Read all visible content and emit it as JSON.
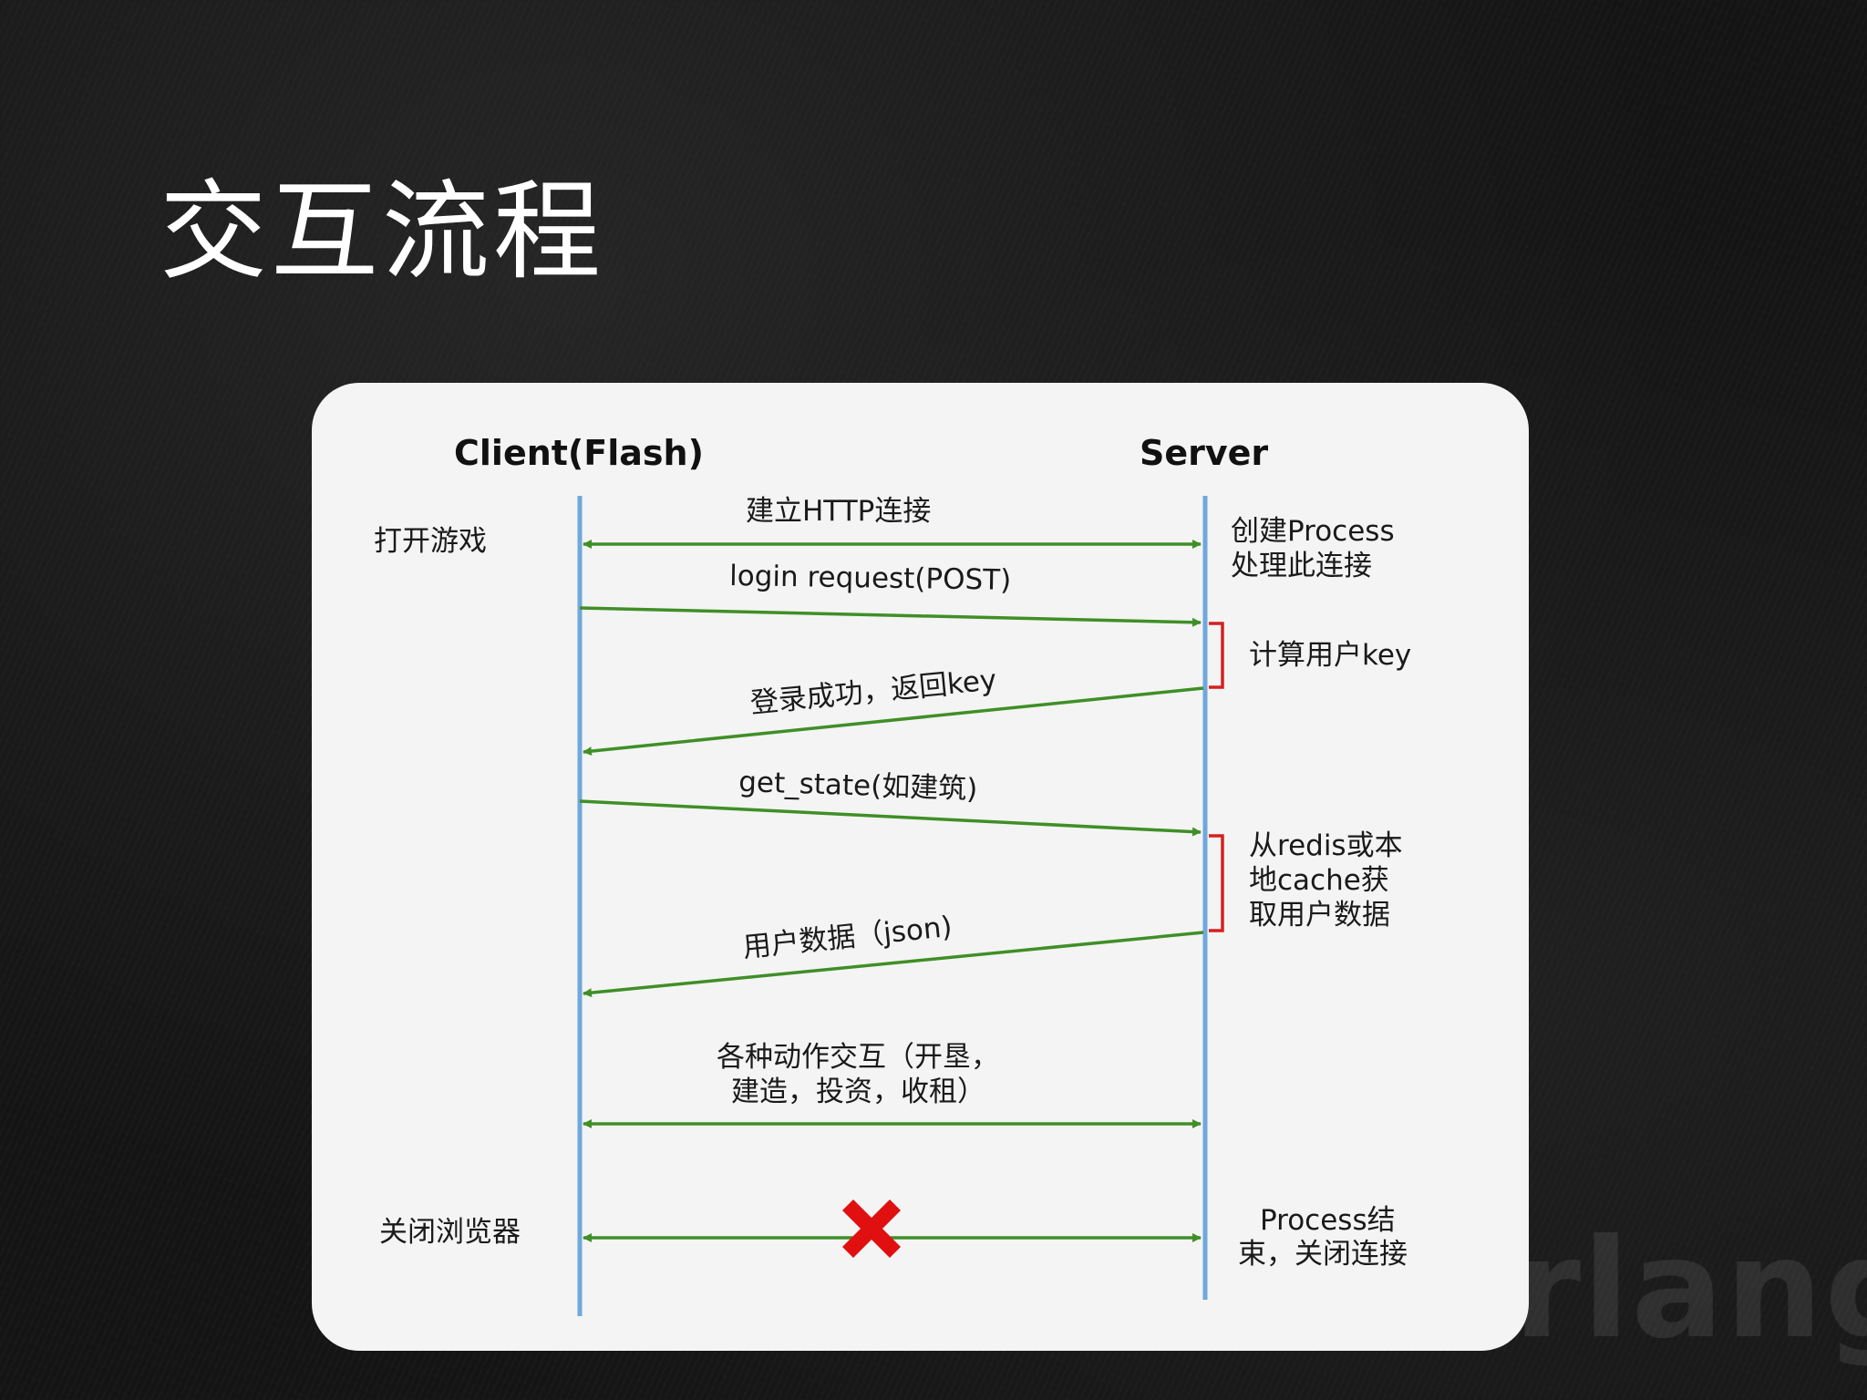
{
  "slide": {
    "title": "交互流程",
    "watermark": "rlang"
  },
  "diagram": {
    "client_header": "Client(Flash)",
    "server_header": "Server",
    "client_notes": {
      "open_game": "打开游戏",
      "close_browser": "关闭浏览器"
    },
    "server_notes": {
      "create_process": [
        "创建Process",
        "处理此连接"
      ],
      "compute_key": "计算用户key",
      "fetch_data": [
        "从redis或本",
        "地cache获",
        "取用户数据"
      ],
      "process_end": [
        "Process结",
        "束，关闭连接"
      ]
    },
    "messages": {
      "http_connect": "建立HTTP连接",
      "login_request": "login request(POST)",
      "login_success": "登录成功，返回key",
      "get_state": "get_state(如建筑)",
      "user_data": "用户数据（json)",
      "actions": [
        "各种动作交互（开垦，",
        "建造，投资，收租）"
      ]
    },
    "colors": {
      "arrow": "#3f8f27",
      "lifeline": "#6fa8dc",
      "bracket": "#d42020",
      "cross": "#e01010"
    },
    "disconnect_icon": "red-x-cross-icon"
  }
}
